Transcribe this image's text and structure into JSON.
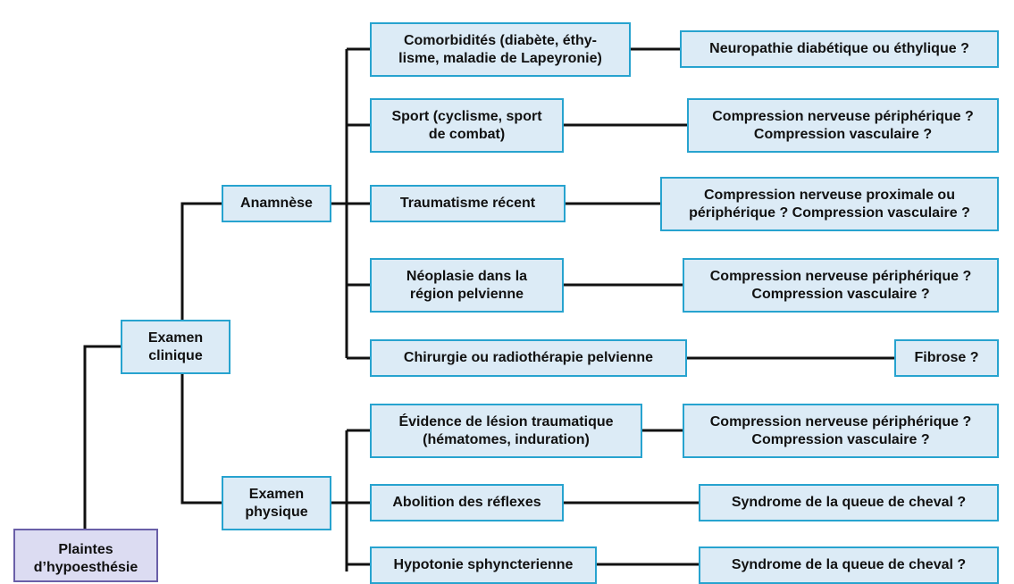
{
  "diagram": {
    "root": {
      "label": "Plaintes\nd’hypoesthésie"
    },
    "level1": {
      "label": "Examen\nclinique"
    },
    "branches": [
      {
        "label": "Anamnèse",
        "findings": [
          {
            "label": "Comorbidités (diabète, éthy-\nlisme, maladie de Lapeyronie)",
            "diagnosis": "Neuropathie diabétique ou éthylique ?"
          },
          {
            "label": "Sport (cyclisme, sport\nde combat)",
            "diagnosis": "Compression nerveuse périphérique ?\nCompression vasculaire ?"
          },
          {
            "label": "Traumatisme récent",
            "diagnosis": "Compression nerveuse proximale ou\npériphérique ? Compression vasculaire ?"
          },
          {
            "label": "Néoplasie dans la\nrégion pelvienne",
            "diagnosis": "Compression nerveuse périphérique ?\nCompression vasculaire ?"
          },
          {
            "label": "Chirurgie ou radiothérapie pelvienne",
            "diagnosis": "Fibrose ?"
          }
        ]
      },
      {
        "label": "Examen\nphysique",
        "findings": [
          {
            "label": "Évidence de lésion traumatique\n(hématomes, induration)",
            "diagnosis": "Compression nerveuse périphérique ?\nCompression vasculaire ?"
          },
          {
            "label": "Abolition des réflexes",
            "diagnosis": "Syndrome de la queue de cheval ?"
          },
          {
            "label": "Hypotonie sphyncterienne",
            "diagnosis": "Syndrome de la queue de cheval ?"
          }
        ]
      }
    ]
  },
  "colors": {
    "box_fill": "#dcebf6",
    "box_border": "#27a3cf",
    "root_fill": "#dcdcf2",
    "root_border": "#6a5fa8",
    "line": "#111111"
  }
}
